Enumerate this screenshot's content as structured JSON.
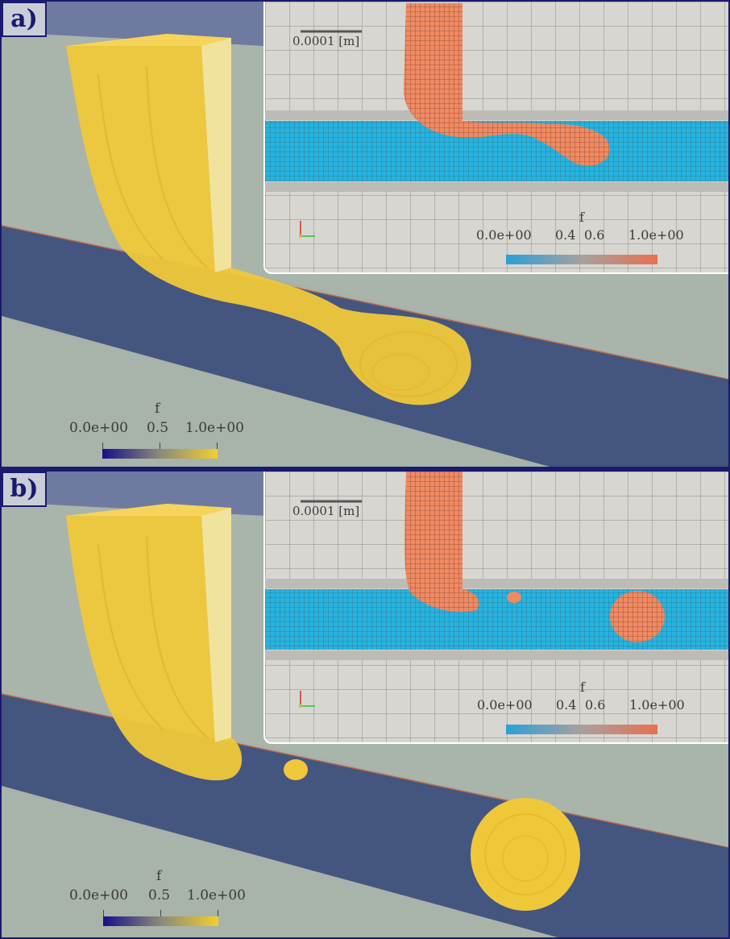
{
  "panels": [
    {
      "label": "a)",
      "main_colorbar": {
        "title": "f",
        "ticks": [
          "0.0e+00",
          "0.5",
          "1.0e+00"
        ],
        "colors": [
          "#1a0f8a",
          "#f3cf2c"
        ]
      },
      "inset": {
        "scale_label": "0.0001 [m]",
        "colorbar": {
          "title": "f",
          "ticks": [
            "0.0e+00",
            "0.4",
            "0.6",
            "1.0e+00"
          ],
          "colors": [
            "#2aa0d8",
            "#e87050"
          ]
        }
      }
    },
    {
      "label": "b)",
      "main_colorbar": {
        "title": "f",
        "ticks": [
          "0.0e+00",
          "0.5",
          "1.0e+00"
        ],
        "colors": [
          "#1a0f8a",
          "#f3cf2c"
        ]
      },
      "inset": {
        "scale_label": "0.0001 [m]",
        "colorbar": {
          "title": "f",
          "ticks": [
            "0.0e+00",
            "0.4",
            "0.6",
            "1.0e+00"
          ],
          "colors": [
            "#2aa0d8",
            "#e87050"
          ]
        }
      }
    }
  ],
  "colors": {
    "frame": "#1a1a6e",
    "background": "#a7b2a9",
    "channel": "#44557f",
    "fluid": "#efc83a",
    "inset_fluid": "#f08a62",
    "inset_carrier": "#25b4e0",
    "inset_mesh": "#d8d6d1"
  }
}
